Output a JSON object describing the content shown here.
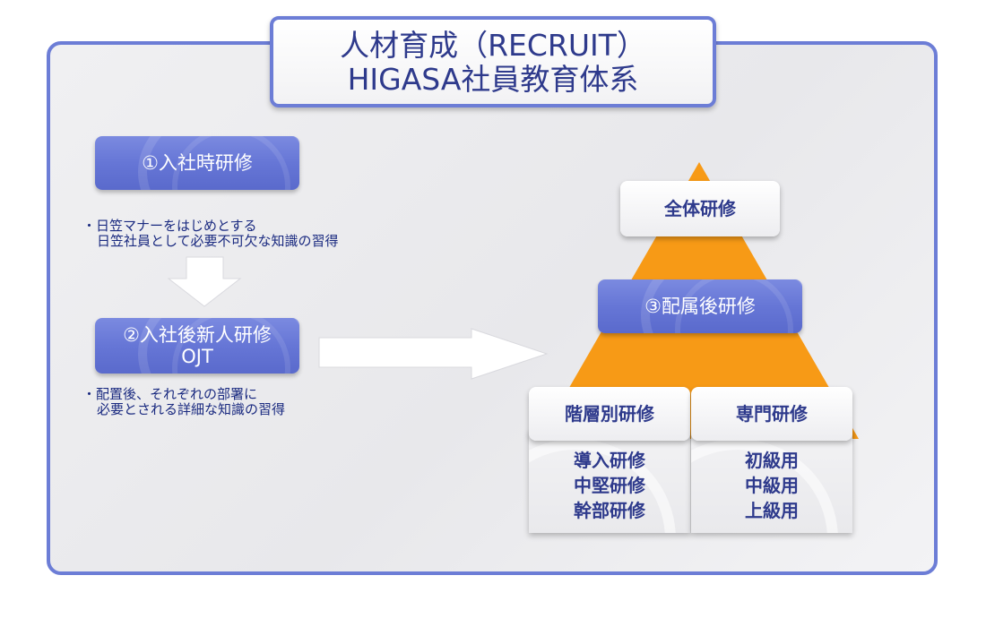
{
  "title": {
    "line1": "人材育成（RECRUIT）",
    "line2": "HIGASA社員教育体系"
  },
  "steps": {
    "step1": "①入社時研修",
    "step1_note": [
      "・日笠マナーをはじめとする",
      "日笠社員として必要不可欠な知識の習得"
    ],
    "step2_line1": "②入社後新人研修",
    "step2_line2": "OJT",
    "step2_note": [
      "・配置後、それぞれの部署に",
      "必要とされる詳細な知識の習得"
    ],
    "step3": "③配属後研修"
  },
  "pyramid": {
    "top": "全体研修",
    "left_header": "階層別研修",
    "right_header": "専門研修",
    "left_items": [
      "導入研修",
      "中堅研修",
      "幹部研修"
    ],
    "right_items": [
      "初級用",
      "中級用",
      "上級用"
    ]
  },
  "colors": {
    "accent_blue": "#6c7dd6",
    "text_navy": "#2e3a8c",
    "pyramid_orange": "#f79a16"
  }
}
